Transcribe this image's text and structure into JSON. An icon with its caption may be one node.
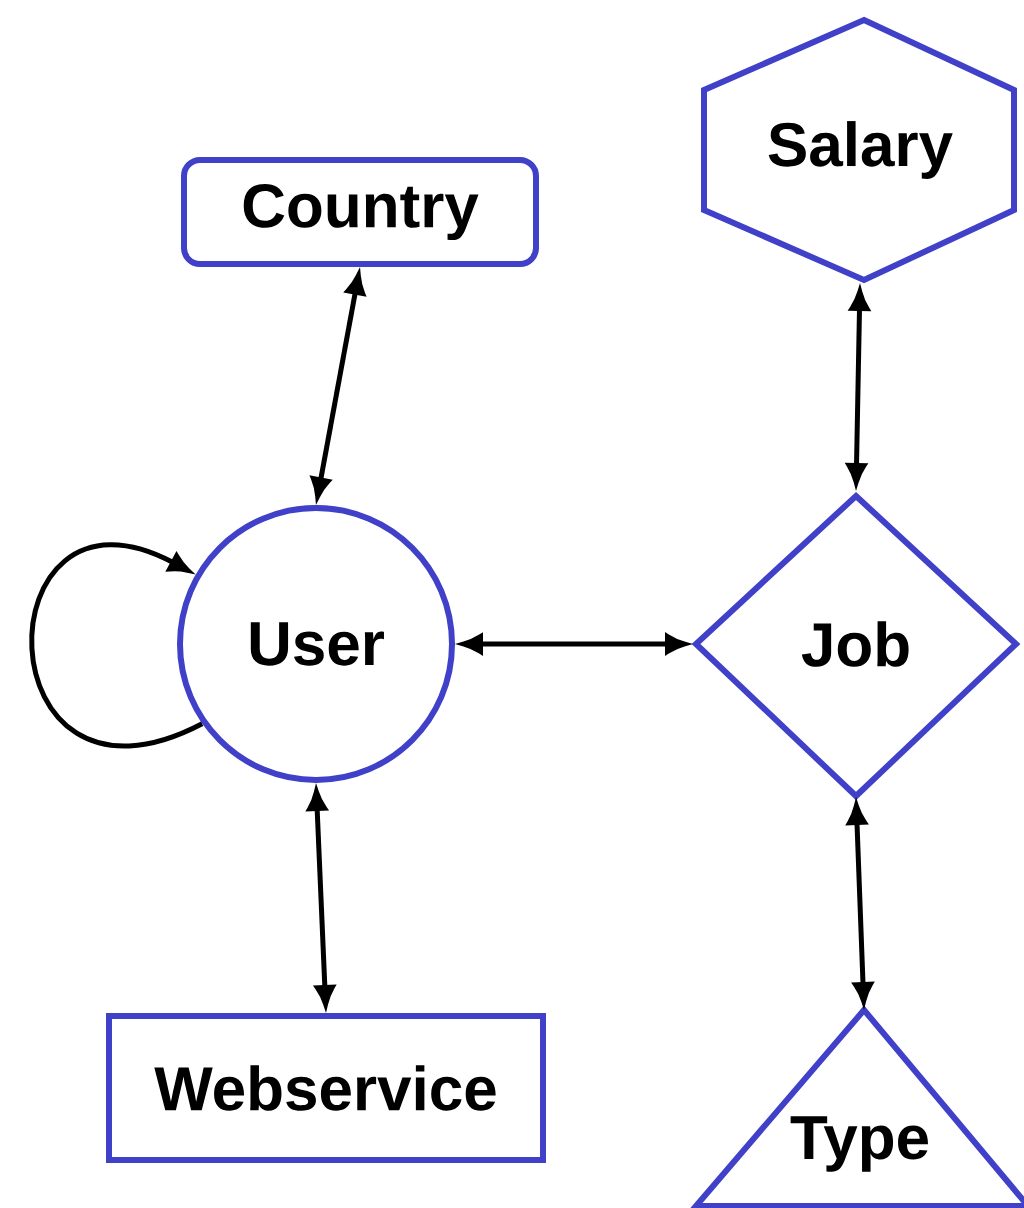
{
  "diagram": {
    "nodes": [
      {
        "text": [
          "Country"
        ]
      },
      {
        "text": [
          "User"
        ]
      },
      {
        "text": [
          "Webservice"
        ]
      },
      {
        "text": [
          "Salary"
        ]
      },
      {
        "text": [
          "Job"
        ]
      },
      {
        "text": [
          "Type"
        ]
      }
    ],
    "edges": [
      {
        "from": 0,
        "to": 1,
        "arrow": "both"
      },
      {
        "from": 1,
        "to": 1,
        "arrow": "to"
      },
      {
        "from": 1,
        "to": 4,
        "arrow": "both"
      },
      {
        "from": 1,
        "to": 2,
        "arrow": "both"
      },
      {
        "from": 3,
        "to": 4,
        "arrow": "both"
      },
      {
        "from": 4,
        "to": 5,
        "arrow": "both"
      }
    ]
  }
}
